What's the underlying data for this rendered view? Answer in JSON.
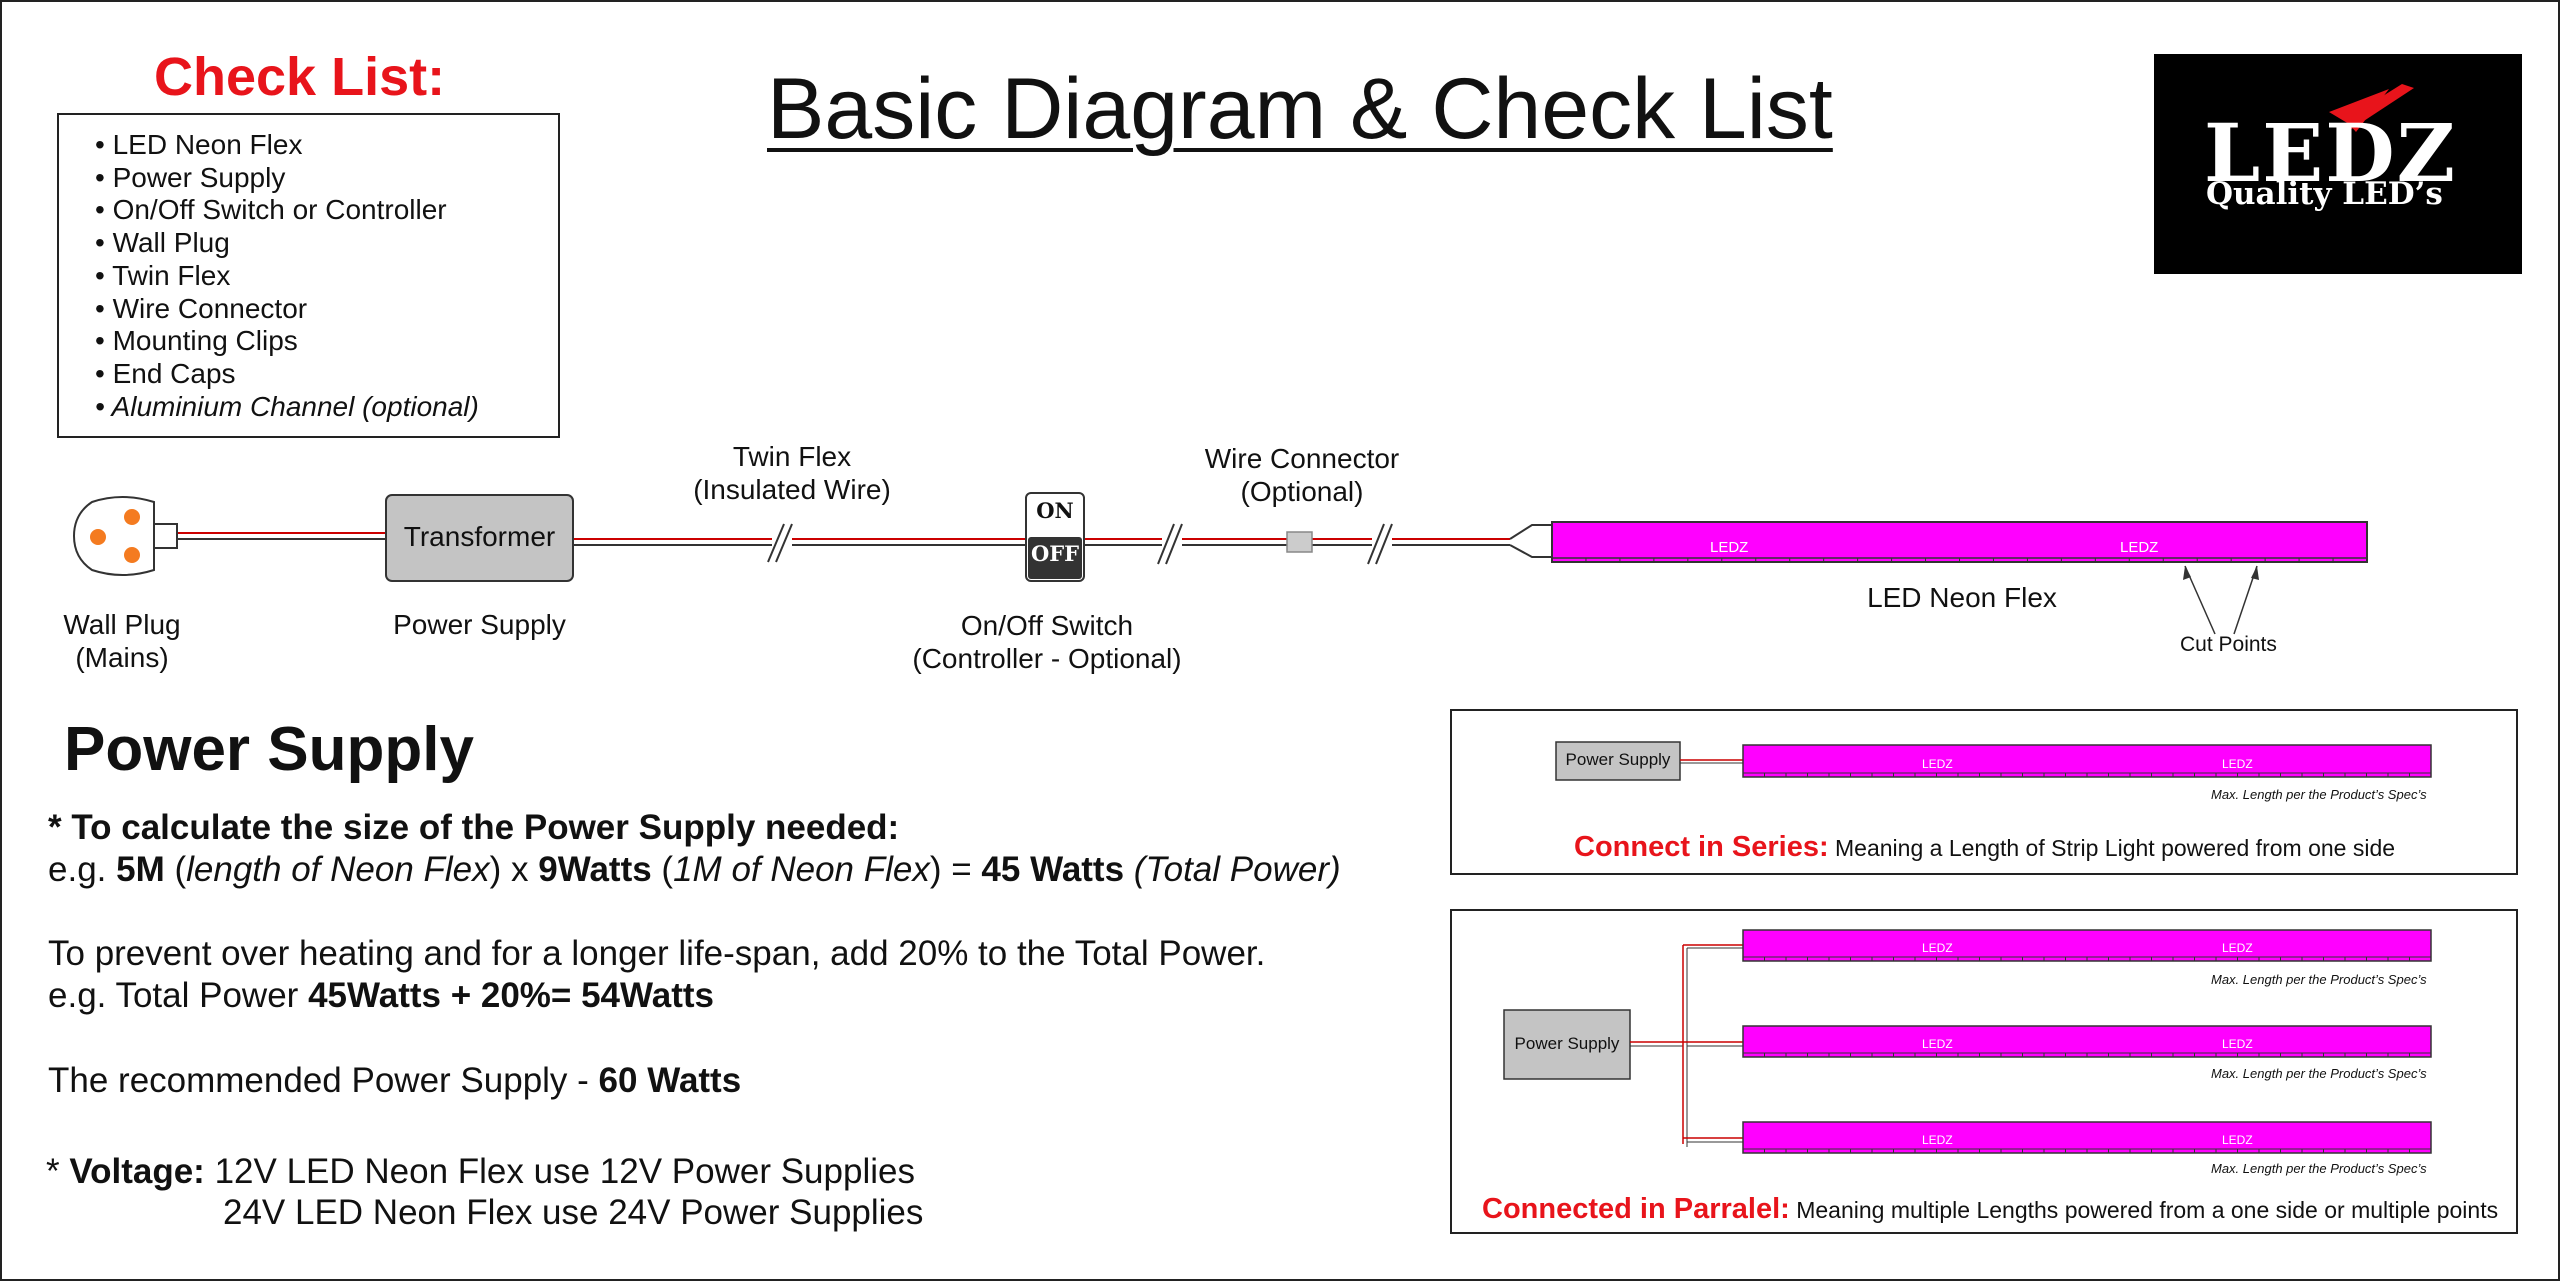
{
  "checklist": {
    "title": "Check List:",
    "items": [
      "• LED Neon Flex",
      "• Power Supply",
      "• On/Off Switch or Controller",
      "• Wall Plug",
      "• Twin Flex",
      "• Wire Connector",
      "• Mounting Clips",
      "• End Caps",
      "• Aluminium Channel (optional)"
    ]
  },
  "main_title": "Basic Diagram & Check List",
  "logo": {
    "brand": "LEDZ",
    "tagline": "Quality LED’s"
  },
  "diagram": {
    "transformer_label": "Transformer",
    "wall_plug": [
      "Wall Plug",
      "(Mains)"
    ],
    "power_supply": "Power Supply",
    "twin_flex": [
      "Twin Flex",
      "(Insulated Wire)"
    ],
    "switch": [
      "On/Off Switch",
      "(Controller - Optional)"
    ],
    "switch_on": "ON",
    "switch_off": "OFF",
    "wire_connector": [
      "Wire Connector",
      "(Optional)"
    ],
    "neon_flex": "LED Neon Flex",
    "strip_text": "LEDZ",
    "cut_points": "Cut Points"
  },
  "power_supply_section": {
    "heading": "Power Supply",
    "calc_heading": "* To calculate the size of the Power Supply needed:",
    "eg_prefix": "e.g. ",
    "eg_5m": "5M",
    "eg_length": "length of Neon Flex",
    "eg_x": " x ",
    "eg_9w": "9Watts",
    "eg_1m": "1M of Neon Flex",
    "eg_eq": " = ",
    "eg_45w": "45 Watts",
    "eg_total": "(Total Power)",
    "prevent_text": "To prevent over heating and for a longer life-span, add 20% to the Total Power.",
    "total_prefix": "e.g. Total Power ",
    "total_value": "45Watts + 20%= 54Watts",
    "recommended_prefix": "The recommended Power Supply - ",
    "recommended_value": "60 Watts",
    "voltage_star": "* ",
    "voltage_label": "Voltage:",
    "voltage_12": " 12V LED Neon Flex use 12V Power Supplies",
    "voltage_24": "24V LED Neon Flex use 24V Power Supplies"
  },
  "series_panel": {
    "power_supply": "Power Supply",
    "maxlen": "Max. Length per the Product’s Spec’s",
    "caption_red": "Connect in Series:",
    "caption_rest": " Meaning a Length of Strip Light powered from one side"
  },
  "parallel_panel": {
    "power_supply": "Power Supply",
    "maxlen": "Max. Length per the Product’s Spec’s",
    "caption_red": "Connected in Parralel:",
    "caption_rest": " Meaning multiple Lengths powered from a one side or multiple points"
  },
  "colors": {
    "accent_red": "#e8141b",
    "neon_magenta": "#ff00ff",
    "plug_orange": "#f47b20",
    "box_gray": "#c4c4c4"
  }
}
